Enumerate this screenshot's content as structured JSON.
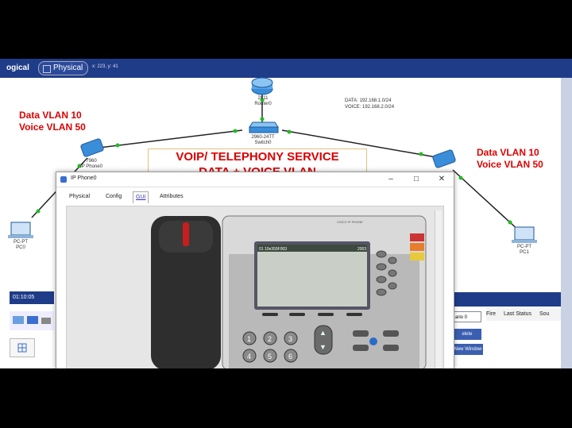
{
  "app": {
    "tab_logical": "ogical",
    "tab_physical": "Physical",
    "coords": "x: 223, y: 41"
  },
  "network": {
    "router_label": "2811\nRouter0",
    "switch_label": "2960-24TT\nSwitch0",
    "data_subnet": "DATA: 192.168.1.0/24",
    "voice_subnet": "VOICE: 192.168.2.0/24",
    "left_vlans": [
      "Data VLAN 10",
      "Voice VLAN 50"
    ],
    "right_vlans": [
      "Data VLAN 10",
      "Voice VLAN 50"
    ],
    "phone_left_label": "7960\nIP Phone0",
    "pc_left_label": "PC-PT\nPC0",
    "pc_right_label": "PC-PT\nPC1"
  },
  "banner": {
    "line1": "VOIP/ TELEPHONY SERVICE",
    "line2": "DATA + VOICE VLAN"
  },
  "phone_window": {
    "title": "IP Phone0",
    "tabs": [
      "Physical",
      "Config",
      "GUI",
      "Attributes"
    ],
    "active_tab": "GUI",
    "lcd_text": "01 10e359F003",
    "lcd_right": "2003",
    "model_text": "CISCO IP PHONE",
    "keypad": [
      "1",
      "2",
      "3",
      "4",
      "5",
      "6"
    ]
  },
  "bottom": {
    "time": "01:10:05",
    "realtime": "",
    "scenario": "ario 0",
    "delete": "elete",
    "new_window": "New Window",
    "pdu_headers": [
      "Fire",
      "Last Status",
      "Sou"
    ]
  }
}
